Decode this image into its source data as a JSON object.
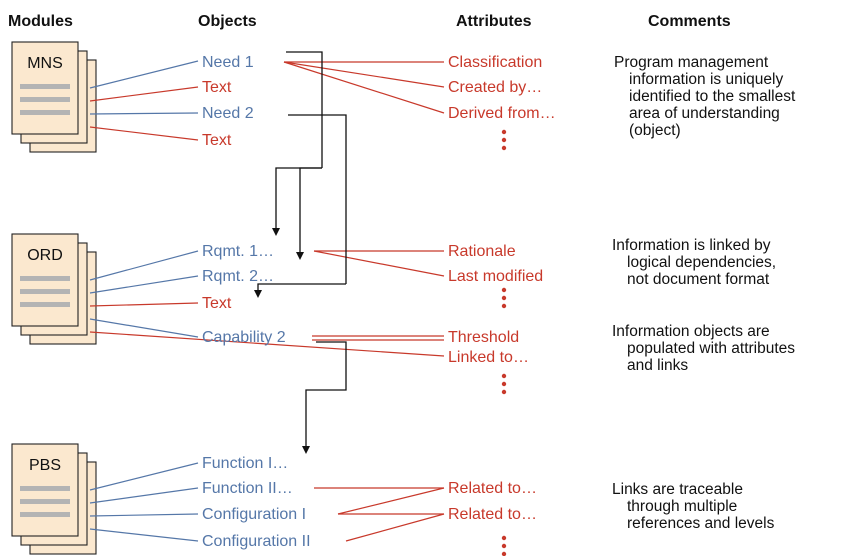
{
  "colors": {
    "blue": "#5577a8",
    "red": "#c8392b",
    "doc_fill": "#fbe8cf",
    "doc_line": "#b4b4b4",
    "arrow": "#111111"
  },
  "headers": {
    "modules": "Modules",
    "objects": "Objects",
    "attributes": "Attributes",
    "comments": "Comments"
  },
  "modules": [
    {
      "label": "MNS"
    },
    {
      "label": "ORD"
    },
    {
      "label": "PBS"
    }
  ],
  "objects": [
    {
      "id": "need1",
      "label": "Need 1",
      "color": "blue"
    },
    {
      "id": "text1",
      "label": "Text",
      "color": "red"
    },
    {
      "id": "need2",
      "label": "Need 2",
      "color": "blue"
    },
    {
      "id": "text2",
      "label": "Text",
      "color": "red"
    },
    {
      "id": "rqmt1",
      "label": "Rqmt. 1…",
      "color": "blue"
    },
    {
      "id": "rqmt2",
      "label": "Rqmt. 2…",
      "color": "blue"
    },
    {
      "id": "text3",
      "label": "Text",
      "color": "red"
    },
    {
      "id": "cap2",
      "label": "Capability 2",
      "color": "blue"
    },
    {
      "id": "func1",
      "label": "Function I…",
      "color": "blue"
    },
    {
      "id": "func2",
      "label": "Function II…",
      "color": "blue"
    },
    {
      "id": "conf1",
      "label": "Configuration I",
      "color": "blue"
    },
    {
      "id": "conf2",
      "label": "Configuration II",
      "color": "blue"
    }
  ],
  "attributes": [
    {
      "id": "classification",
      "label": "Classification"
    },
    {
      "id": "created_by",
      "label": "Created by…"
    },
    {
      "id": "derived_from",
      "label": "Derived from…"
    },
    {
      "id": "rationale",
      "label": "Rationale"
    },
    {
      "id": "last_modified",
      "label": "Last modified"
    },
    {
      "id": "threshold",
      "label": "Threshold"
    },
    {
      "id": "linked_to",
      "label": "Linked to…"
    },
    {
      "id": "related_to_1",
      "label": "Related to…"
    },
    {
      "id": "related_to_2",
      "label": "Related to…"
    }
  ],
  "comments": [
    {
      "id": "comment-1",
      "lines": [
        "Program management",
        "information is uniquely",
        "identified to the smallest",
        "area of understanding",
        "(object)"
      ]
    },
    {
      "id": "comment-2",
      "lines": [
        "Information is linked by",
        "logical dependencies,",
        "not document format"
      ]
    },
    {
      "id": "comment-3",
      "lines": [
        "Information objects are",
        "populated with attributes",
        "and links"
      ]
    },
    {
      "id": "comment-4",
      "lines": [
        "Links are traceable",
        "through multiple",
        "references and levels"
      ]
    }
  ]
}
